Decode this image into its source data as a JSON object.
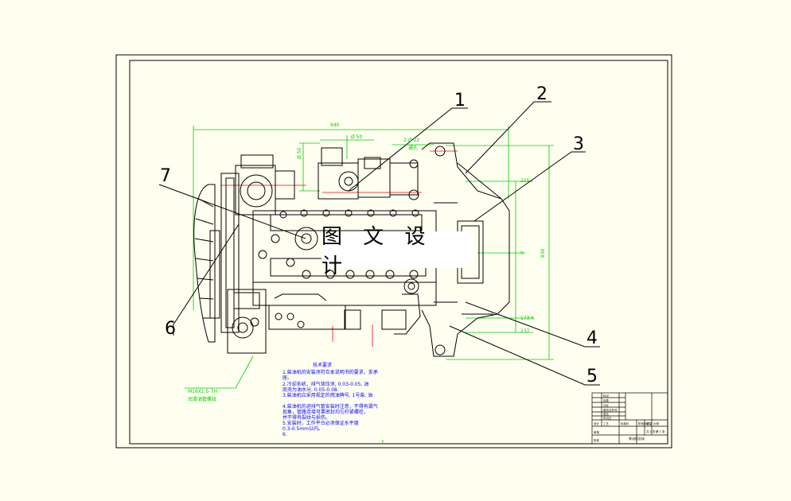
{
  "drawing": {
    "watermark": "图 文 设 计",
    "callouts": [
      "1",
      "2",
      "3",
      "4",
      "5",
      "6",
      "7"
    ],
    "dimensions": {
      "overall_length": "940",
      "overall_height": "830",
      "pipe_diameter": "Ø 50",
      "bolt_spec": "2-Ø 22",
      "bolt_note": "通孔",
      "vertical_left": "Ø 50",
      "right_upper": "215",
      "right_center": "0",
      "right_lower_1": "173.6",
      "right_lower_2": "237"
    },
    "thread_spec": "M16X1.5-7H",
    "thread_note": "润滑油管螺纹",
    "tech_notes_title": "技术要求",
    "tech_notes": [
      "1.柴油机的安装须符合本说明书的要求，支承",
      "座。",
      "2.冷却系统，排气背压须, 0.03-0.05, 油",
      "底壳为油水分, 0.05-0.08.",
      "3.柴油机应采用规定的燃油牌号, 1号柴, 油",
      "",
      "4.柴油机的进排气管安装时注意，不得有漏气",
      "现象，管路连接可靠密封均匀拧紧螺栓，",
      "并不得有裂纹与损伤。",
      "5.安装时，工作平台必须保证水平度",
      "0.3-0.5mm以内。",
      "6."
    ],
    "title_block_rows": [
      "标记",
      "处数",
      "分区",
      "更改文件号",
      "签名",
      "年月日"
    ],
    "title_block": {
      "designer": "设计",
      "checker": "审核",
      "process": "工艺",
      "standard": "标准化",
      "approve": "批准",
      "stage": "阶段标记",
      "weight": "重量",
      "scale": "比例",
      "sheet_total": "共 1 张",
      "sheet_no": "第 1 张",
      "drawing_name": "柴油机总成"
    }
  },
  "colors": {
    "background": "#fffff0",
    "line": "#000000",
    "dimension": "#00cc00",
    "centerline": "#ff0000",
    "note": "#0000ff"
  }
}
